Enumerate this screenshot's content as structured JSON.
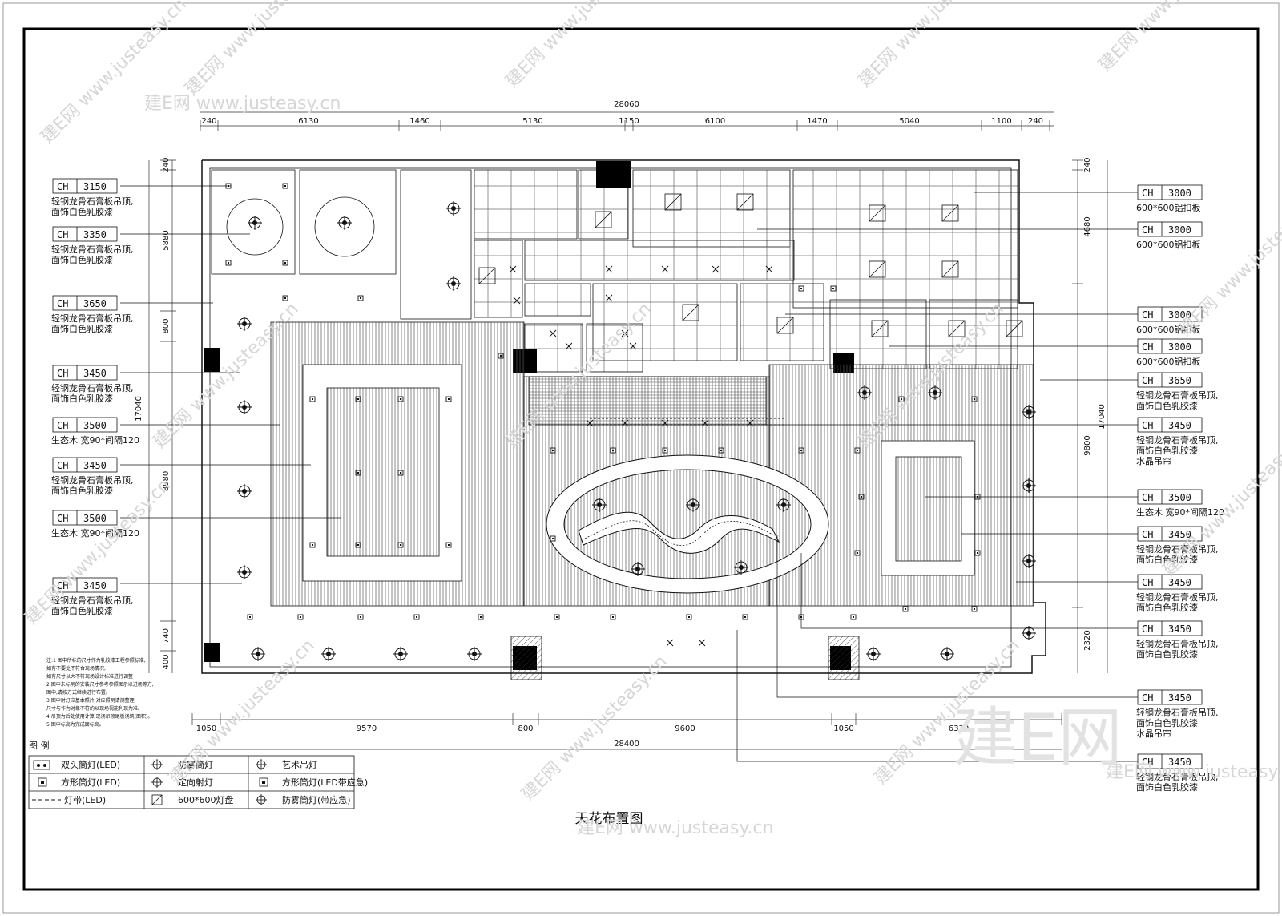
{
  "title": "天花布置图",
  "watermark": {
    "url": "www.justeasy.cn",
    "brand": "建E网"
  },
  "dims_top": {
    "total": "28060",
    "segments": [
      "240",
      "6130",
      "1460",
      "5130",
      "1150",
      "6100",
      "1470",
      "5040",
      "1100",
      "240"
    ]
  },
  "dims_bottom": {
    "total": "28400",
    "segments": [
      "1050",
      "9570",
      "800",
      "9600",
      "1050",
      "6330"
    ]
  },
  "dims_left": {
    "total": "17040",
    "segments": [
      "240",
      "5880",
      "800",
      "8980",
      "740",
      "400"
    ]
  },
  "dims_right": {
    "total": "17040",
    "segments": [
      "240",
      "4680",
      "9800",
      "2320"
    ]
  },
  "left_callouts": [
    {
      "ch": "3150",
      "lines": [
        "轻钢龙骨石膏板吊顶,",
        "面饰白色乳胶漆"
      ]
    },
    {
      "ch": "3350",
      "lines": [
        "轻钢龙骨石膏板吊顶,",
        "面饰白色乳胶漆"
      ]
    },
    {
      "ch": "3650",
      "lines": [
        "轻钢龙骨石膏板吊顶,",
        "面饰白色乳胶漆"
      ]
    },
    {
      "ch": "3450",
      "lines": [
        "轻钢龙骨石膏板吊顶,",
        "面饰白色乳胶漆"
      ]
    },
    {
      "ch": "3500",
      "lines": [
        "生态木   宽90*间隔120"
      ]
    },
    {
      "ch": "3450",
      "lines": [
        "轻钢龙骨石膏板吊顶,",
        "面饰白色乳胶漆"
      ]
    },
    {
      "ch": "3500",
      "lines": [
        "生态木   宽90*间隔120"
      ]
    },
    {
      "ch": "3450",
      "lines": [
        "轻钢龙骨石膏板吊顶,",
        "面饰白色乳胶漆"
      ]
    }
  ],
  "right_callouts": [
    {
      "ch": "3000",
      "lines": [
        "600*600铝扣板"
      ]
    },
    {
      "ch": "3000",
      "lines": [
        "600*600铝扣板"
      ]
    },
    {
      "ch": "3000",
      "lines": [
        "600*600铝扣板"
      ]
    },
    {
      "ch": "3000",
      "lines": [
        "600*600铝扣板"
      ]
    },
    {
      "ch": "3650",
      "lines": [
        "轻钢龙骨石膏板吊顶,",
        "面饰白色乳胶漆"
      ]
    },
    {
      "ch": "3450",
      "lines": [
        "轻钢龙骨石膏板吊顶,",
        "面饰白色乳胶漆",
        "水晶吊帘"
      ]
    },
    {
      "ch": "3500",
      "lines": [
        "生态木   宽90*间隔120"
      ]
    },
    {
      "ch": "3450",
      "lines": [
        "轻钢龙骨石膏板吊顶,",
        "面饰白色乳胶漆"
      ]
    },
    {
      "ch": "3450",
      "lines": [
        "轻钢龙骨石膏板吊顶,",
        "面饰白色乳胶漆"
      ]
    },
    {
      "ch": "3450",
      "lines": [
        "轻钢龙骨石膏板吊顶,",
        "面饰白色乳胶漆"
      ]
    },
    {
      "ch": "3450",
      "lines": [
        "轻钢龙骨石膏板吊顶,",
        "面饰白色乳胶漆",
        "水晶吊帘"
      ]
    },
    {
      "ch": "3450",
      "lines": [
        "轻钢龙骨石膏板吊顶,",
        "面饰白色乳胶漆"
      ]
    }
  ],
  "ch_label": "CH",
  "legend": {
    "title": "图 例",
    "items": [
      {
        "icon": "double-downlight",
        "label": "双头筒灯(LED)"
      },
      {
        "icon": "fog-downlight",
        "label": "防雾筒灯"
      },
      {
        "icon": "art-chandelier",
        "label": "艺术吊灯"
      },
      {
        "icon": "square-downlight",
        "label": "方形筒灯(LED)"
      },
      {
        "icon": "spot-light",
        "label": "定向射灯"
      },
      {
        "icon": "square-emergency-light",
        "label": "方形筒灯(LED带应急)"
      },
      {
        "icon": "led-strip",
        "label": "灯带(LED)"
      },
      {
        "icon": "panel-light",
        "label": "600*600灯盘"
      },
      {
        "icon": "fog-emergency-light",
        "label": "防雾筒灯(带应急)"
      }
    ]
  },
  "notes": [
    "注:1 图中所标的尺寸作为乳胶漆工程参照标准,",
    "  如有不要处不符合现场情况,",
    "  如有尺寸以大不符现场设计标准进行调整",
    "2 图中未标明的安装尺寸参考参照图示以进场等方,",
    "  图中,请按方式继续进行布置。",
    "3 图中射灯应基本照片,对应照明请测整理,",
    "  尺寸与作为对象不符的以现场视能利现为准。",
    "4 吊顶为后处使用计算,现浇吊顶尾板浇筑(面积)。",
    "5 图中标高为完成面标高。"
  ]
}
